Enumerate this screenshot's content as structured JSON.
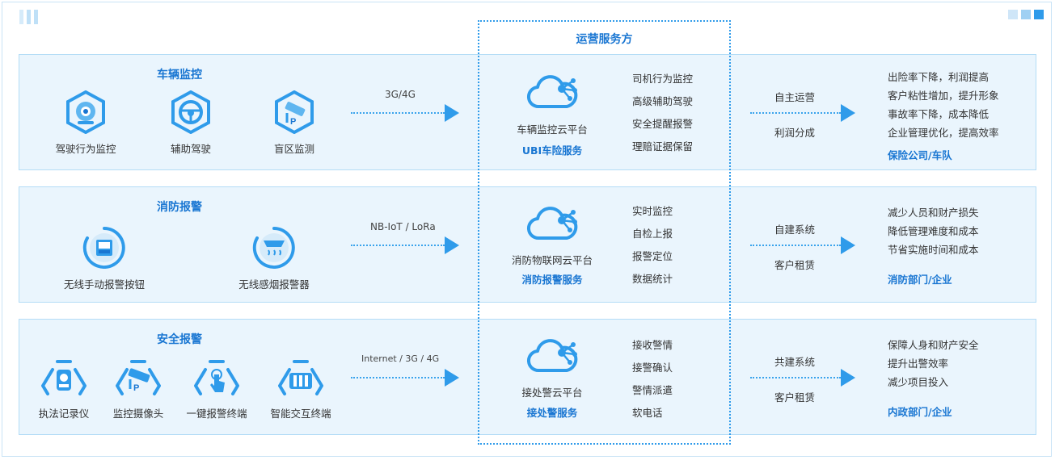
{
  "colors": {
    "accent": "#1976d2",
    "arrow": "#2f9bea",
    "panel_bg": "#eaf5fd",
    "panel_border": "#b3dcf6"
  },
  "ops_title": "运营服务方",
  "rows": [
    {
      "title": "车辆监控",
      "devices": [
        {
          "label": "驾驶行为监控",
          "icon": "camera-icon"
        },
        {
          "label": "辅助驾驶",
          "icon": "steering-wheel-icon"
        },
        {
          "label": "盲区监测",
          "icon": "surveillance-camera-icon"
        }
      ],
      "network": "3G/4G",
      "platform": "车辆监控云平台",
      "service": "UBI车险服务",
      "functions": [
        "司机行为监控",
        "高级辅助驾驶",
        "安全提醒报警",
        "理赔证据保留"
      ],
      "modes": [
        "自主运营",
        "利润分成"
      ],
      "benefits": [
        "出险率下降，利润提高",
        "客户粘性增加，提升形象",
        "事故率下降，成本降低",
        "企业管理优化，提高效率"
      ],
      "target": "保险公司/车队"
    },
    {
      "title": "消防报警",
      "devices": [
        {
          "label": "无线手动报警按钮",
          "icon": "alarm-button-icon"
        },
        {
          "label": "无线感烟报警器",
          "icon": "smoke-detector-icon"
        }
      ],
      "network": "NB-IoT / LoRa",
      "platform": "消防物联网云平台",
      "service": "消防报警服务",
      "functions": [
        "实时监控",
        "自检上报",
        "报警定位",
        "数据统计"
      ],
      "modes": [
        "自建系统",
        "客户租赁"
      ],
      "benefits": [
        "减少人员和财产损失",
        "降低管理难度和成本",
        "节省实施时间和成本"
      ],
      "target": "消防部门/企业"
    },
    {
      "title": "安全报警",
      "devices": [
        {
          "label": "执法记录仪",
          "icon": "body-camera-icon"
        },
        {
          "label": "监控摄像头",
          "icon": "surveillance-camera-icon"
        },
        {
          "label": "一键报警终端",
          "icon": "touch-button-icon"
        },
        {
          "label": "智能交互终端",
          "icon": "interactive-terminal-icon"
        }
      ],
      "network": "Internet / 3G / 4G",
      "platform": "接处警云平台",
      "service": "接处警服务",
      "functions": [
        "接收警情",
        "接警确认",
        "警情派遣",
        "软电话"
      ],
      "modes": [
        "共建系统",
        "客户租赁"
      ],
      "benefits": [
        "保障人身和财产安全",
        "提升出警效率",
        "减少项目投入"
      ],
      "target": "内政部门/企业"
    }
  ]
}
